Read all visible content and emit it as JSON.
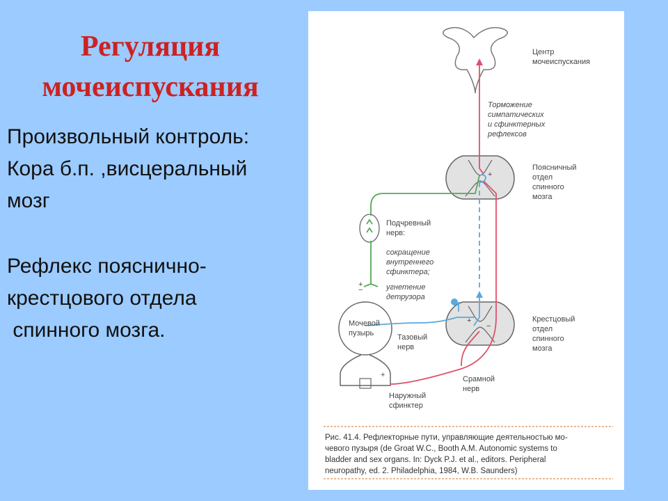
{
  "title": {
    "line1": "Регуляция",
    "line2": "мочеиспускания"
  },
  "body": {
    "lines_block1": [
      "Произвольный контроль:",
      "Кора б.п. ,висцеральный",
      "мозг"
    ],
    "lines_block2": [
      "Рефлекс пояснично-",
      "крестцового отдела",
      " спинного мозга."
    ]
  },
  "diagram": {
    "center_label": [
      "Центр",
      "мочеиспускания"
    ],
    "inhibition_label": [
      "Торможение",
      "симпатических",
      "и сфинктерных",
      "рефлексов"
    ],
    "lumbar_label": [
      "Поясничный",
      "отдел",
      "спинного",
      "мозга"
    ],
    "hypogastric_label": [
      "Подчревный",
      "нерв:"
    ],
    "hypogastric_effects": [
      "сокращение",
      "внутреннего",
      "сфинктера;",
      "угнетение",
      "детрузора"
    ],
    "sacral_label": [
      "Крестцовый",
      "отдел",
      "спинного",
      "мозга"
    ],
    "bladder_label": [
      "Мочевой",
      "пузырь"
    ],
    "pelvic_label": [
      "Тазовый",
      "нерв"
    ],
    "pudendal_label": [
      "Срамной",
      "нерв"
    ],
    "sphincter_label": [
      "Наружный",
      "сфинктер"
    ],
    "signs": {
      "plus": "+",
      "minus": "−"
    },
    "caption": [
      "Рис. 41.4. Рефлекторные пути, управляющие деятельностью мо-",
      "чевого пузыря (de Groat W.C., Booth A.M. Autonomic systems to",
      "bladder and sex organs. In: Dyck P.J. et al., editors. Peripheral",
      "neuropathy, ed. 2. Philadelphia, 1984, W.B. Saunders)"
    ],
    "colors": {
      "red": "#e0506a",
      "blue": "#5aa8e0",
      "green": "#55aa55",
      "outline": "#666666",
      "cord_fill": "#d8d8d8"
    }
  }
}
